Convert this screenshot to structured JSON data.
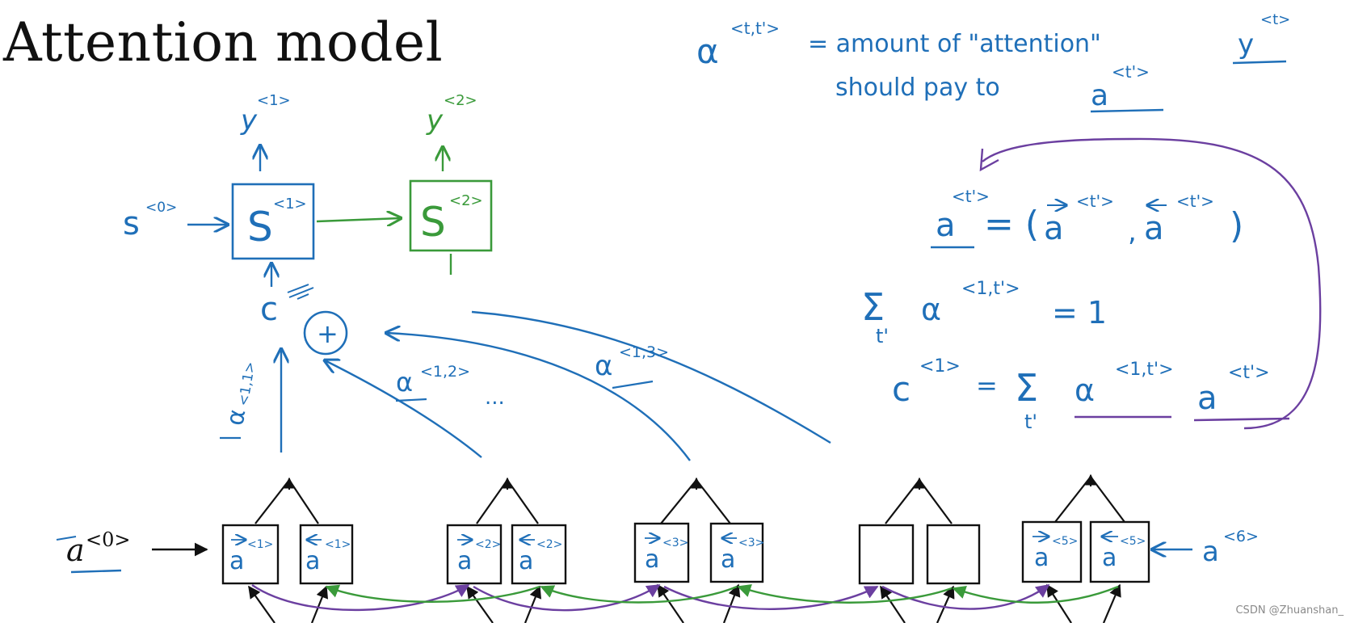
{
  "title": "Attention model",
  "watermark": "CSDN @Zhuanshan_",
  "colors": {
    "handwriting_blue": "#1f6fb8",
    "handwriting_green": "#3a9a3a",
    "handwriting_purple": "#6b3fa0",
    "black": "#111111"
  },
  "decoder": {
    "s0_label": "s",
    "s0_sup": "<0>",
    "cell1_label": "S",
    "cell1_sup": "<1>",
    "cell2_label": "S",
    "cell2_sup": "<2>",
    "y1_label": "y",
    "y1_sup": "<1>",
    "y2_label": "y",
    "y2_sup": "<2>",
    "context_label": "c",
    "sum_symbol": "+"
  },
  "attention_weights": [
    {
      "label": "α",
      "sup": "<1,1>"
    },
    {
      "label": "α",
      "sup": "<1,2>"
    },
    {
      "label": "α",
      "sup": "<1,3>"
    }
  ],
  "ellipsis": "...",
  "encoder": {
    "a0_label": "a",
    "a0_sup": "<0>",
    "a6_label": "a",
    "a6_sup": "<6>",
    "cells": [
      {
        "fwd": "a",
        "fwd_sup": "<1>",
        "bwd": "a",
        "bwd_sup": "<1>"
      },
      {
        "fwd": "a",
        "fwd_sup": "<2>",
        "bwd": "a",
        "bwd_sup": "<2>"
      },
      {
        "fwd": "a",
        "fwd_sup": "<3>",
        "bwd": "a",
        "bwd_sup": "<3>"
      },
      {
        "fwd": "",
        "fwd_sup": "",
        "bwd": "",
        "bwd_sup": ""
      },
      {
        "fwd": "a",
        "fwd_sup": "<5>",
        "bwd": "a",
        "bwd_sup": "<5>"
      }
    ]
  },
  "notes": {
    "def_lhs": "α",
    "def_lhs_sup": "<t,t'>",
    "def_line1": "= amount of \"attention\"",
    "def_y": "y",
    "def_y_sup": "<t>",
    "def_line2": "should pay to",
    "def_a": "a",
    "def_a_sup": "<t'>",
    "concat_lhs": "a",
    "concat_lhs_sup": "<t'>",
    "concat_rhs_open": "= (",
    "concat_fwd": "a",
    "concat_fwd_sup": "<t'>",
    "concat_comma": ",",
    "concat_bwd": "a",
    "concat_bwd_sup": "<t'>",
    "concat_close": ")",
    "sum1_sigma": "Σ",
    "sum1_sub": "t'",
    "sum1_alpha": "α",
    "sum1_sup": "<1,t'>",
    "sum1_rhs": "= 1",
    "ctx_lhs": "c",
    "ctx_lhs_sup": "<1>",
    "ctx_eq": "=",
    "ctx_sigma": "Σ",
    "ctx_sub": "t'",
    "ctx_alpha": "α",
    "ctx_alpha_sup": "<1,t'>",
    "ctx_a": "a",
    "ctx_a_sup": "<t'>"
  }
}
